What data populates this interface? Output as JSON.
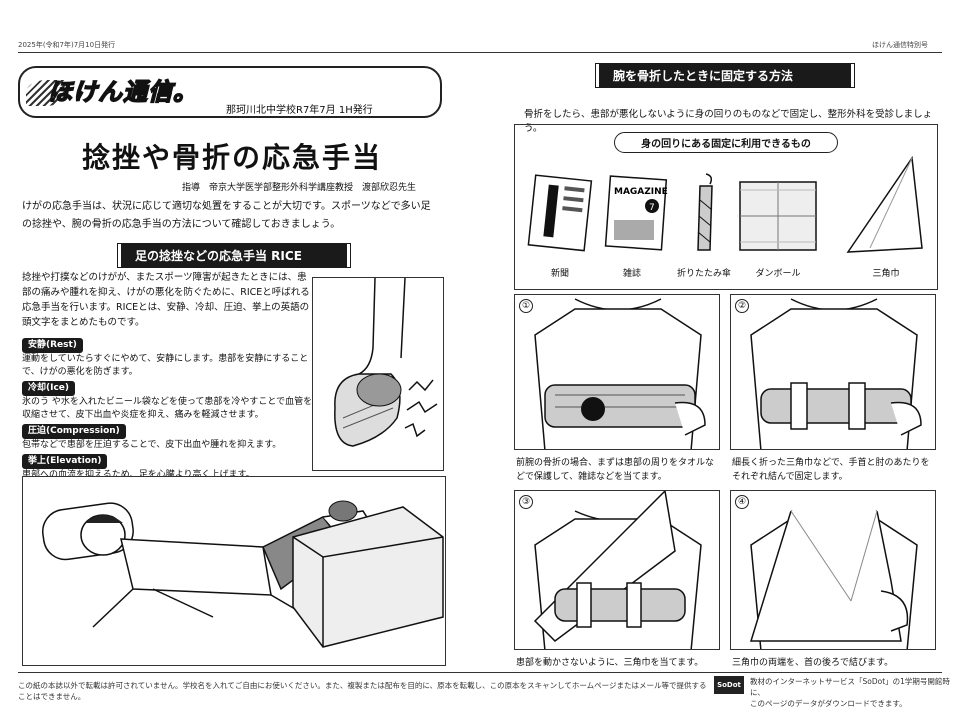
{
  "top_date": "2025年(令和7年)7月10日発行",
  "top_right": "ほけん通信特別号",
  "logo_text": "ほけん通信。",
  "pub_line": "那珂川北中学校R7年7月 1H発行",
  "main_title": "捻挫や骨折の応急手当",
  "supervisor": "指導　帝京大学医学部整形外科学講座教授　渡部欣忍先生",
  "intro": "けがの応急手当は、状況に応じて適切な処置をすることが大切です。スポーツなどで多い足の捻挫や、腕の骨折の応急手当の方法について確認しておきましょう。",
  "rice_header": "足の捻挫などの応急手当 RICE",
  "rice_intro": "捻挫や打撲などのけがが、またスポーツ障害が起きたときには、患部の痛みや腫れを抑え、けがの悪化を防ぐために、RICEと呼ばれる応急手当を行います。RICEとは、安静、冷却、圧迫、挙上の英語の頭文字をまとめたものです。",
  "rice_items": [
    {
      "tag": "安静(Rest)",
      "desc": "運動をしていたらすぐにやめて、安静にします。患部を安静にすることで、けがの悪化を防ぎます。"
    },
    {
      "tag": "冷却(Ice)",
      "desc": "氷のう や水を入れたビニール袋などを使って患部を冷やすことで血管を収縮させて、皮下出血や炎症を抑え、痛みを軽減させます。"
    },
    {
      "tag": "圧迫(Compression)",
      "desc": "包帯などで患部を圧迫することで、皮下出血や腫れを抑えます。"
    },
    {
      "tag": "挙上(Elevation)",
      "desc": "患部への血流を抑えるため、足を心臓より高く上げます。"
    }
  ],
  "right_header": "腕を骨折したときに固定する方法",
  "right_intro": "骨折をしたら、患部が悪化しないように身の回りのものなどで固定し、整形外科を受診しましょう。",
  "items_title": "身の回りにある固定に利用できるもの",
  "items": [
    "新聞",
    "雑誌",
    "折りたたみ傘",
    "ダンボール",
    "三角巾"
  ],
  "magazine_label": "MAGAZINE",
  "magazine_number": "7",
  "steps": [
    {
      "num": "①",
      "caption": "前腕の骨折の場合、まずは患部の周りをタオルなどで保護して、雑誌などを当てます。"
    },
    {
      "num": "②",
      "caption": "細長く折った三角巾などで、手首と肘のあたりをそれぞれ結んで固定します。"
    },
    {
      "num": "③",
      "caption": "患部を動かさないように、三角巾を当てます。"
    },
    {
      "num": "④",
      "caption": "三角巾の両端を、首の後ろで結びます。"
    }
  ],
  "footer": "この紙の本誌以外で転載は許可されていません。学校名を入れてご自由にお使いください。また、複製または配布を目的に、原本を転載し、この原本をスキャンしてホームページまたはメール等で提供することはできません。",
  "footer_logo": "SoDot",
  "footer_right_1": "教材のインターネットサービス「SoDot」の1学期号開館時に、",
  "footer_right_2": "このページのデータがダウンロードできます。"
}
